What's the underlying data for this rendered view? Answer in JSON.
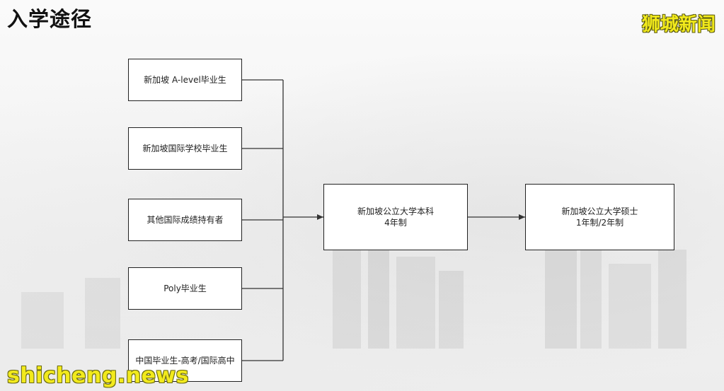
{
  "header": {
    "title": "入学途径",
    "brand": "狮城新闻"
  },
  "watermark": {
    "text": "shicheng.news"
  },
  "diagram": {
    "sources": [
      {
        "id": "src1",
        "label": "新加坡 A-level毕业生"
      },
      {
        "id": "src2",
        "label": "新加坡国际学校毕业生"
      },
      {
        "id": "src3",
        "label": "其他国际成绩持有者"
      },
      {
        "id": "src4",
        "label": "Poly毕业生"
      },
      {
        "id": "src5",
        "label": "中国毕业生-高考/国际高中"
      }
    ],
    "undergrad": {
      "line1": "新加坡公立大学本科",
      "line2": "4年制"
    },
    "master": {
      "line1": "新加坡公立大学硕士",
      "line2": "1年制/2年制"
    }
  }
}
